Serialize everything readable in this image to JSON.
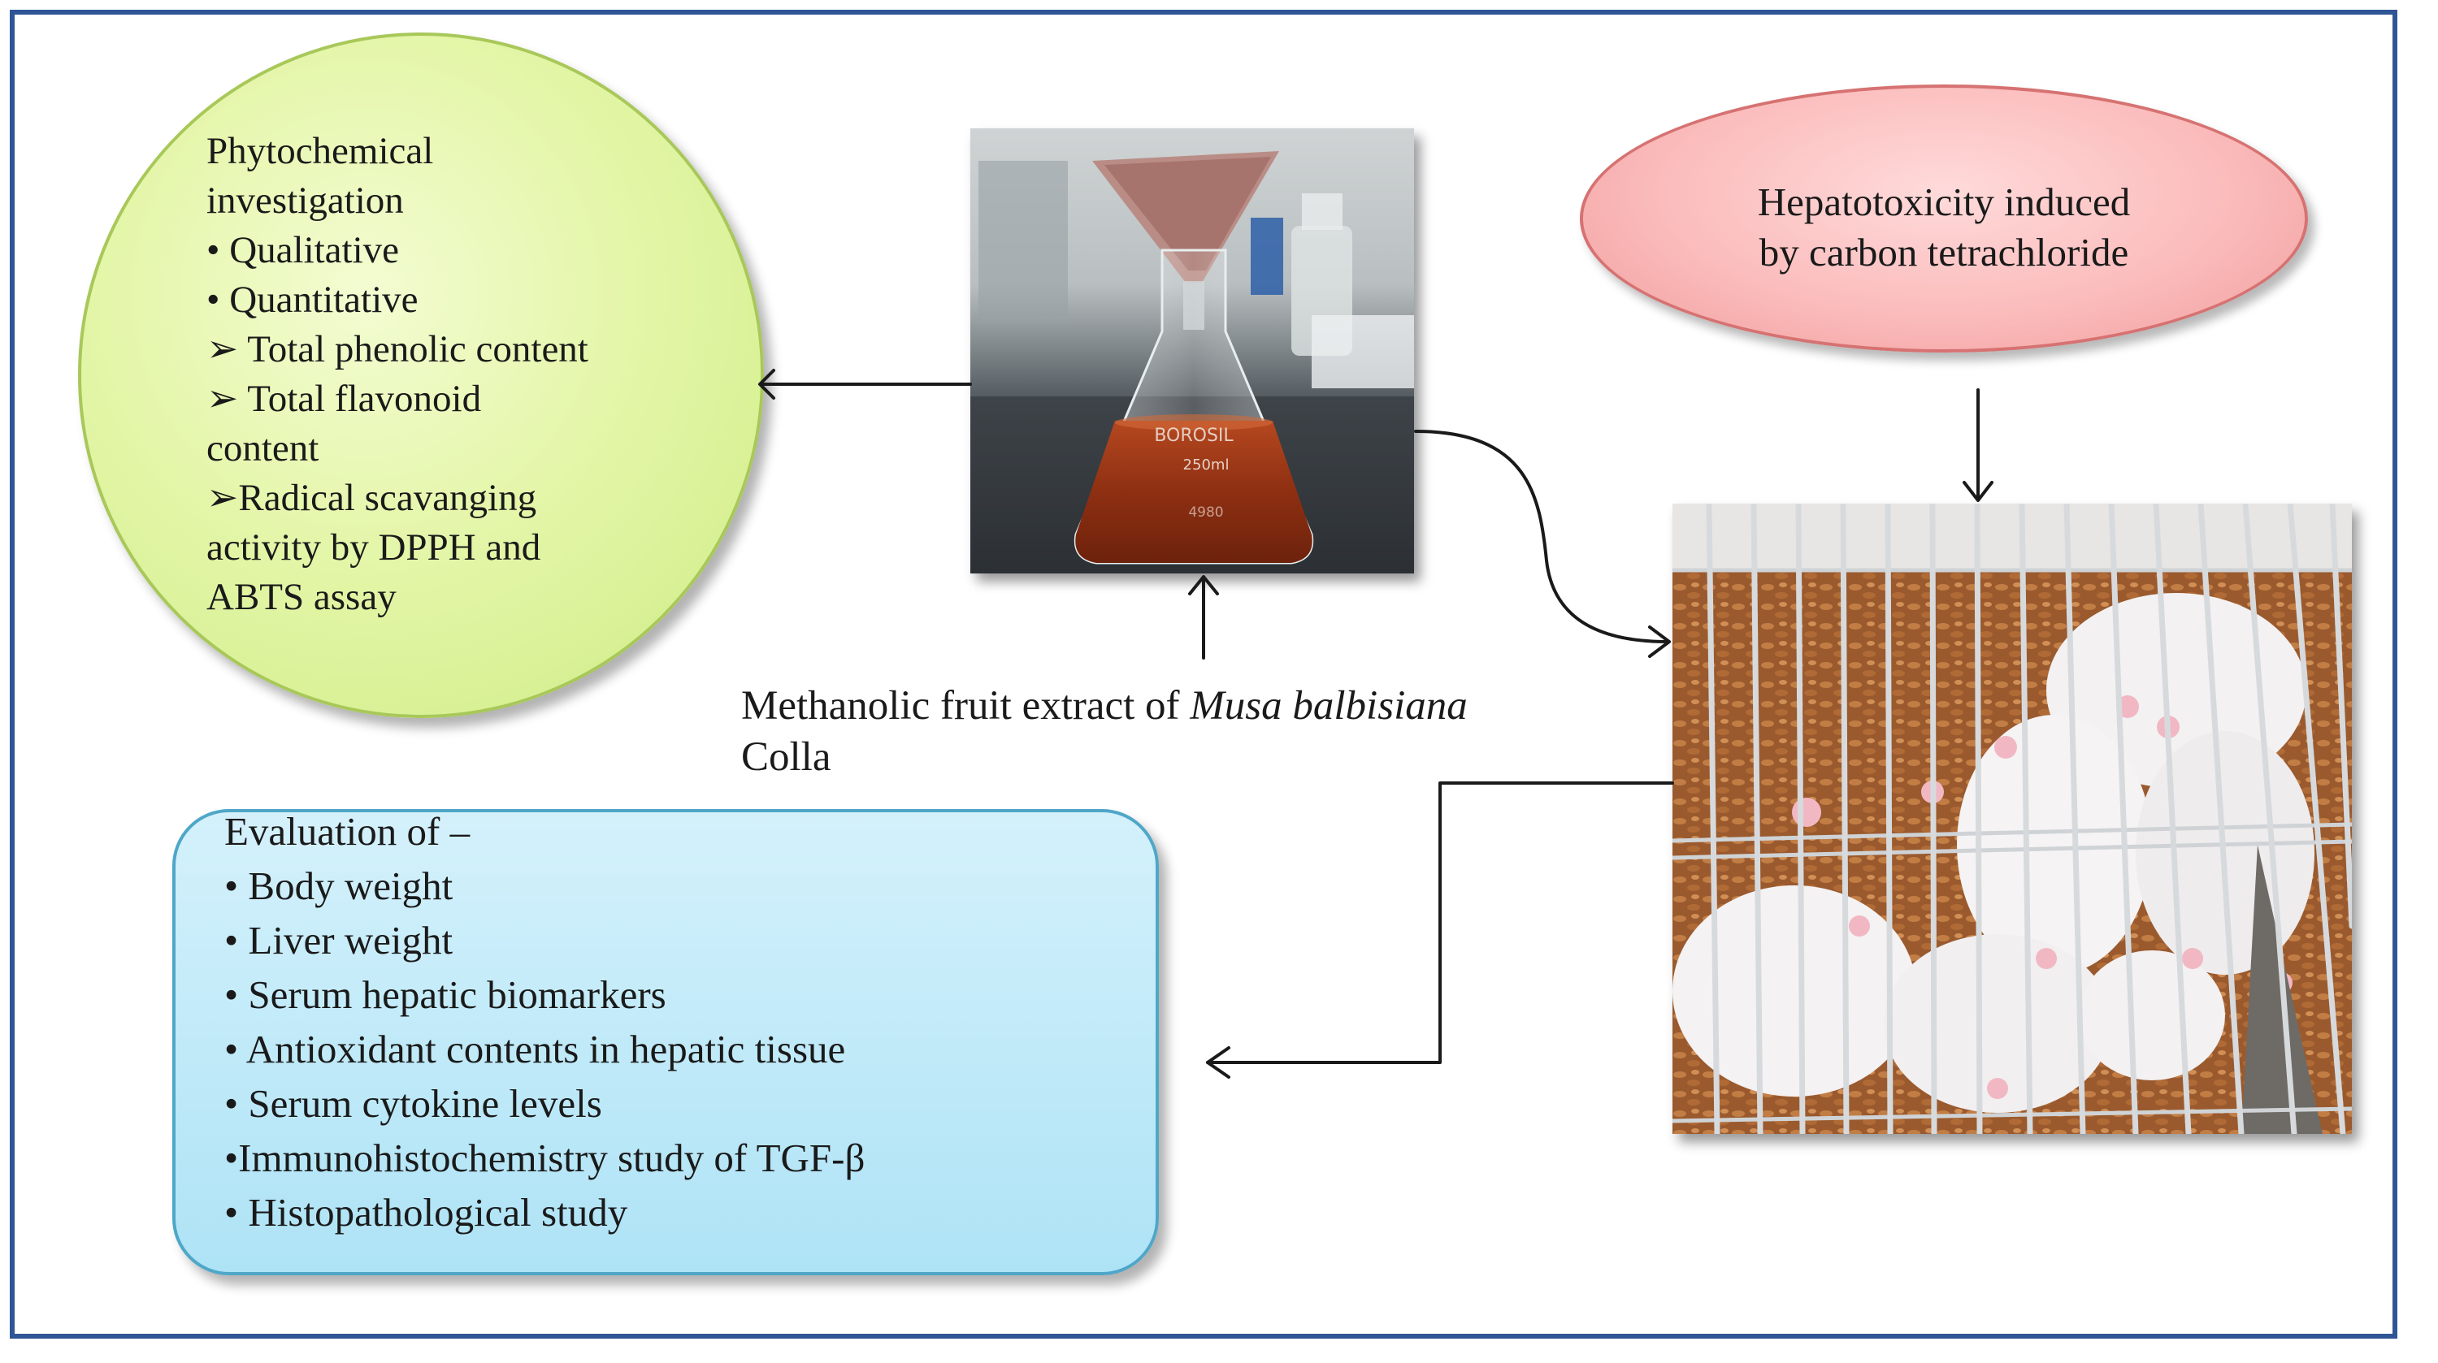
{
  "phytochemical": {
    "title_line1": "Phytochemical",
    "title_line2": "investigation",
    "item_qualitative": "•  Qualitative",
    "item_quantitative": "• Quantitative",
    "item_phenolic": "➢ Total phenolic content",
    "item_flavonoid_1": "➢ Total flavonoid",
    "item_flavonoid_2": "content",
    "item_radical_1": "➢Radical scavanging",
    "item_radical_2": "activity by DPPH and",
    "item_radical_3": "ABTS assay"
  },
  "hepatotoxicity": {
    "line1": "Hepatotoxicity induced",
    "line2": "by carbon tetrachloride"
  },
  "extract": {
    "caption_prefix": "Methanolic fruit extract of ",
    "species": "Musa balbisiana",
    "caption_suffix": "Colla"
  },
  "flask_photo": {
    "volume_label": "250ml",
    "brand_label": "BOROSIL",
    "code_label": "4980"
  },
  "evaluation": {
    "title": "Evaluation of –",
    "items": [
      "• Body weight",
      "• Liver weight",
      "• Serum hepatic biomarkers",
      "• Antioxidant contents in hepatic tissue",
      "•  Serum cytokine levels",
      "•Immunohistochemistry study of TGF-β",
      "• Histopathological study"
    ]
  },
  "colors": {
    "frame_border": "#2f5597",
    "phyto_fill": "#e4f6a9",
    "hepato_fill": "#fbbcbc",
    "eval_fill": "#bde8f7"
  }
}
